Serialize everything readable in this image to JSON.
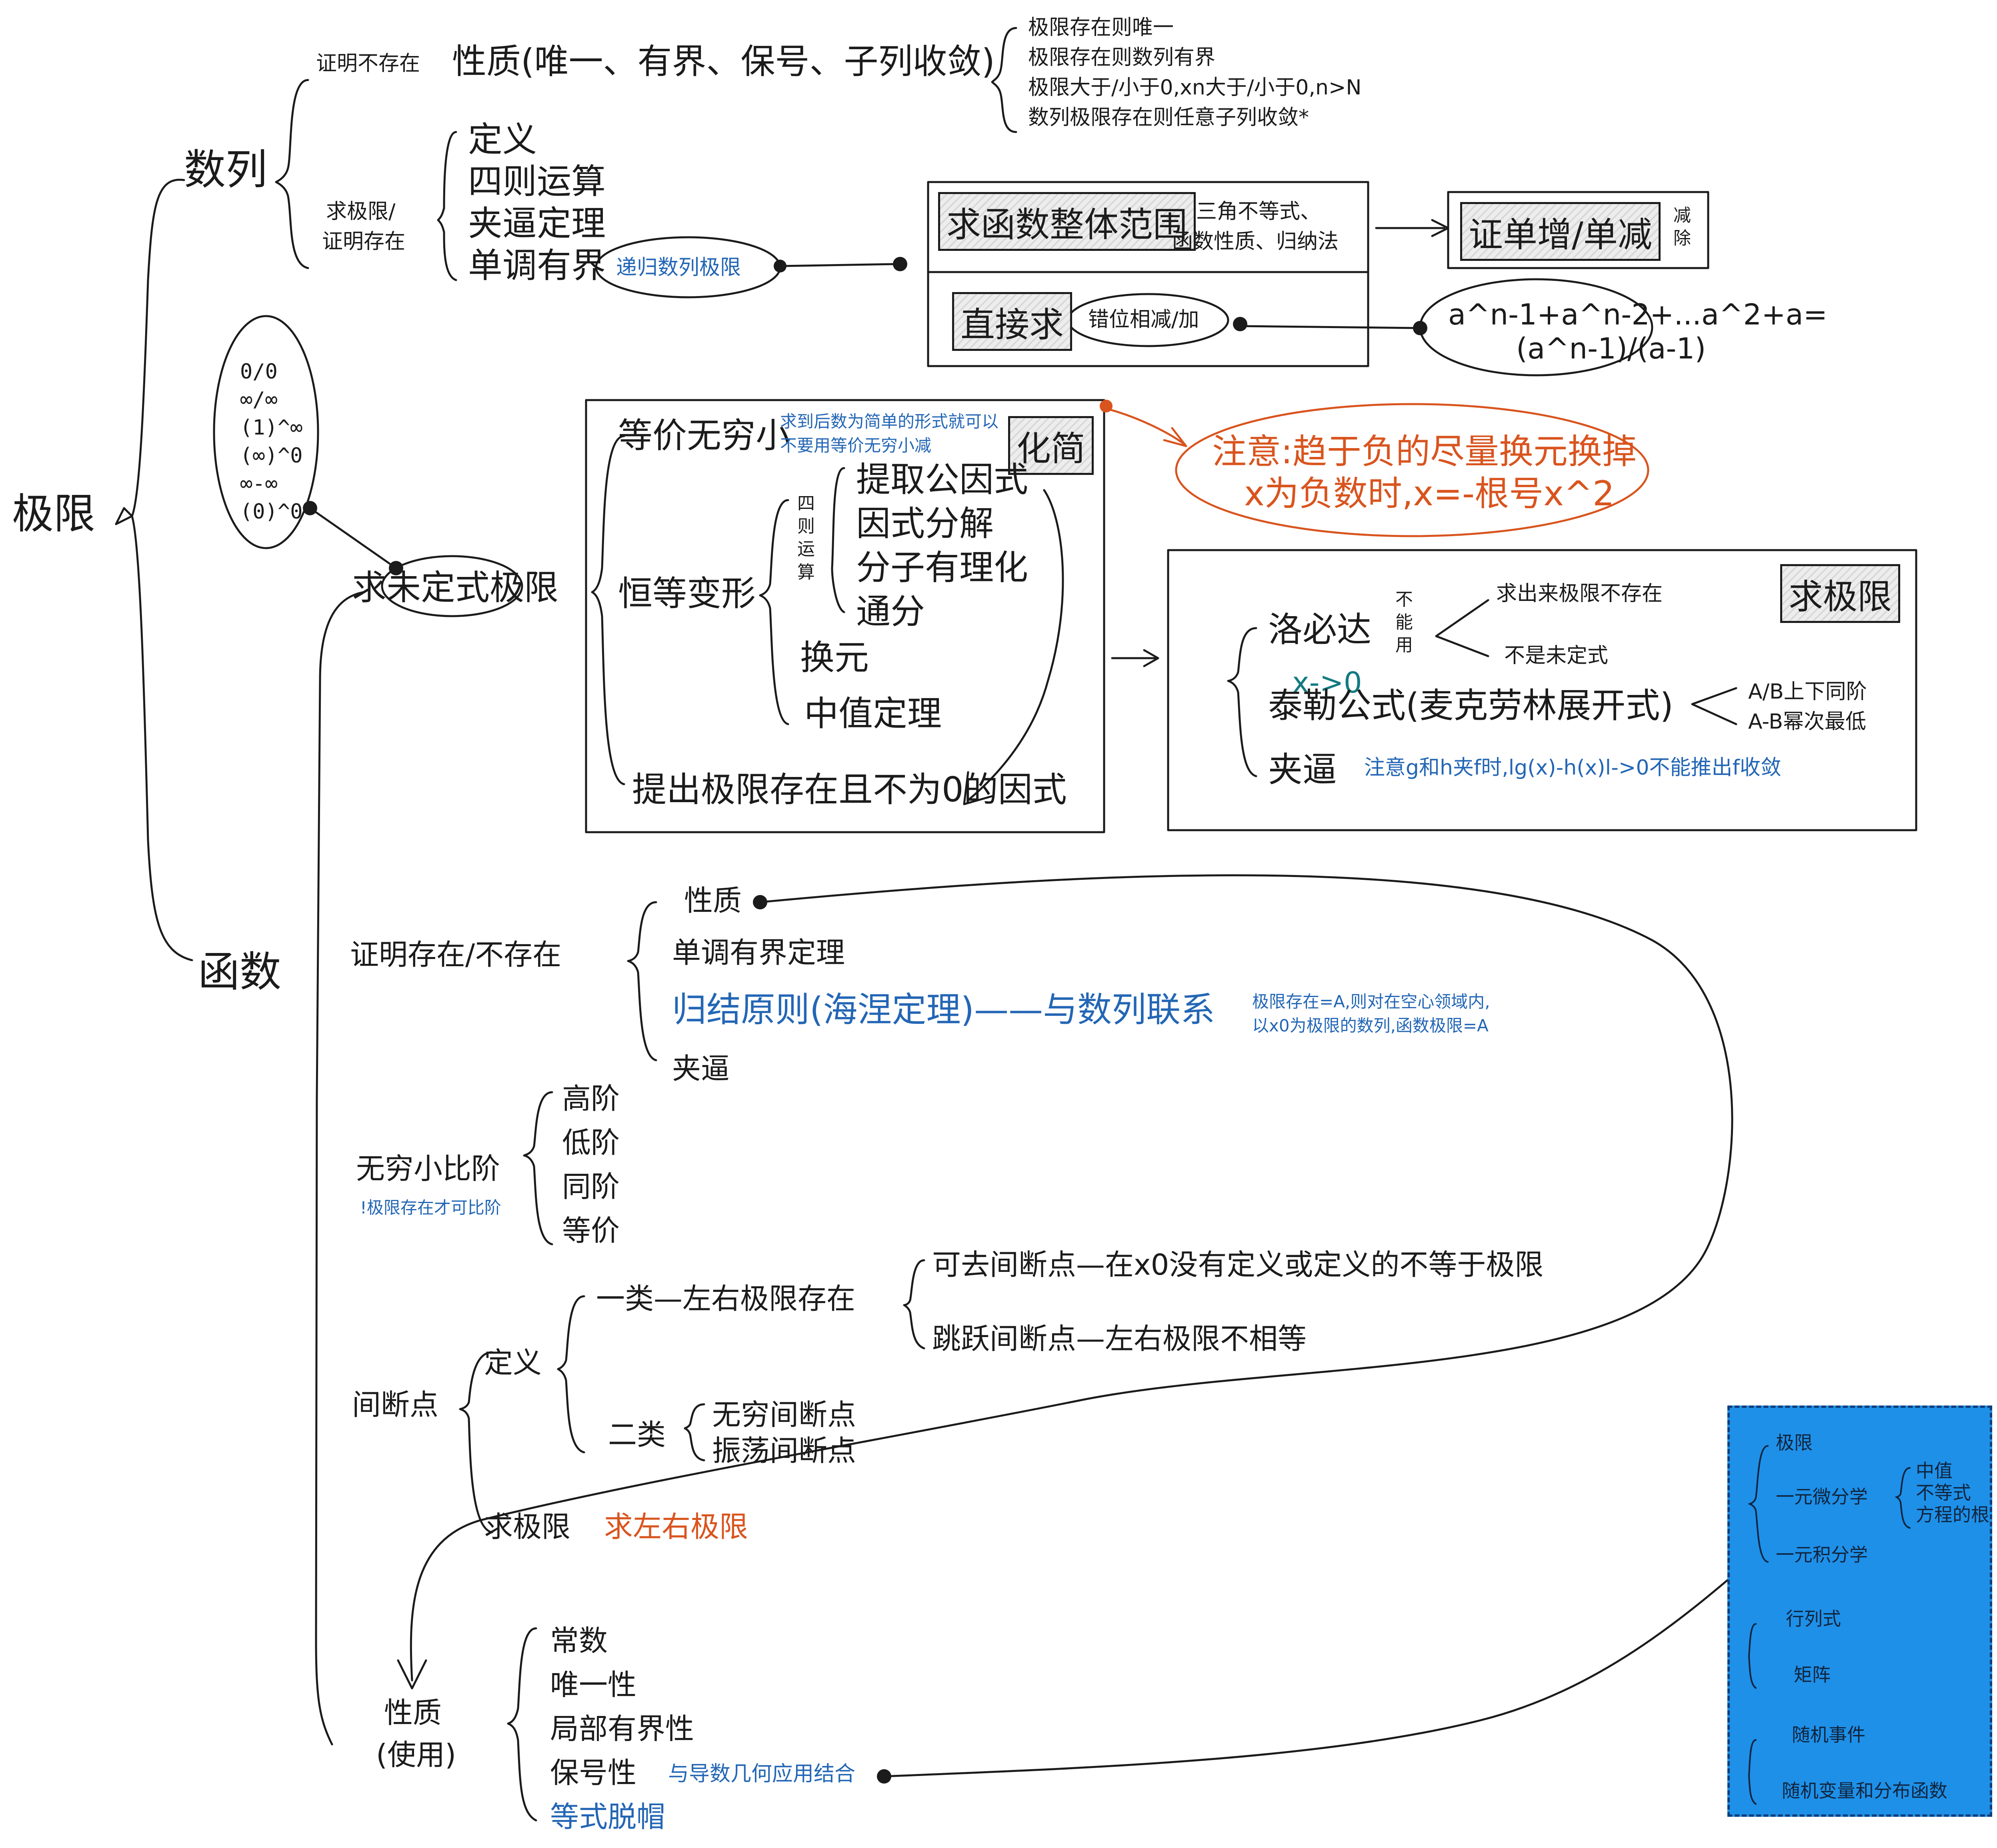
{
  "root": {
    "label": "极限"
  },
  "sequence": {
    "label": "数列",
    "prove_not_exist": {
      "label": "证明不存在",
      "properties": "性质(唯一、有界、保号、子列收敛)",
      "details": [
        "极限存在则唯一",
        "极限存在则数列有界",
        "极限大于/小于0,xn大于/小于0,n>N",
        "数列极限存在则任意子列收敛*"
      ]
    },
    "find_limit": {
      "label_line1": "求极限/",
      "label_line2": "证明存在",
      "methods": [
        "定义",
        "四则运算",
        "夹逼定理",
        "单调有界"
      ],
      "recursive": "递归数列极限",
      "range_box": {
        "title": "求函数整体范围",
        "note_line1": "三角不等式、",
        "note_line2": "函数性质、归纳法"
      },
      "monotone_box": {
        "title": "证单增/单减",
        "side_text": "减除"
      },
      "direct_box": {
        "title": "直接求",
        "bubble": "错位相减/加"
      },
      "formula_line1": "a^n-1+a^n-2+...a^2+a=",
      "formula_line2": "(a^n-1)/(a-1)"
    }
  },
  "indeterminate_forms": [
    "0/0",
    "∞/∞",
    "(1)^∞",
    "(∞)^0",
    "∞-∞",
    "(0)^0"
  ],
  "indeterminate_limit": {
    "label": "求未定式极限",
    "simplify": {
      "title": "化简",
      "equivalent": "等价无穷小",
      "equivalent_note_line1": "求到后数为简单的形式就可以",
      "equivalent_note_line2": "不要用等价无穷小减",
      "identity": "恒等变形",
      "four_ops": "四则运算",
      "identity_methods": [
        "提取公因式",
        "因式分解",
        "分子有理化",
        "通分"
      ],
      "substitution": "换元",
      "mean_value": "中值定理",
      "factor": "提出极限存在且不为0的因式"
    },
    "warning_line1": "注意:趋于负的尽量换元换掉",
    "warning_line2": "x为负数时,x=-根号x^2",
    "solve": {
      "title": "求极限",
      "lhopital": "洛必达",
      "cannot_use": "不能用",
      "cannot_case1": "求出来极限不存在",
      "cannot_case2": "不是未定式",
      "taylor": "泰勒公式(麦克劳林展开式)",
      "taylor_cond": "x->0",
      "taylor_case1": "A/B上下同阶",
      "taylor_case2": "A-B幂次最低",
      "squeeze": "夹逼",
      "squeeze_note": "注意g和h夹f时,lg(x)-h(x)l->0不能推出f收敛"
    }
  },
  "function": {
    "label": "函数",
    "prove": {
      "label": "证明存在/不存在",
      "items": [
        "性质",
        "单调有界定理",
        "夹逼"
      ],
      "heine": "归结原则(海涅定理)——与数列联系",
      "heine_note_line1": "极限存在=A,则对在空心领域内,",
      "heine_note_line2": "以x0为极限的数列,函数极限=A"
    },
    "infinitesimal": {
      "label": "无穷小比阶",
      "note": "!极限存在才可比阶",
      "items": [
        "高阶",
        "低阶",
        "同阶",
        "等价"
      ]
    },
    "discontinuity": {
      "label": "间断点",
      "definition": "定义",
      "first_kind": "一类—左右极限存在",
      "removable": "可去间断点—在x0没有定义或定义的不等于极限",
      "jump": "跳跃间断点—左右极限不相等",
      "second_kind": "二类",
      "second_items": [
        "无穷间断点",
        "振荡间断点"
      ],
      "find_limit": "求极限",
      "find_limit_note": "求左右极限"
    },
    "properties": {
      "label_line1": "性质",
      "label_line2": "(使用)",
      "items": [
        "常数",
        "唯一性",
        "局部有界性",
        "保号性"
      ],
      "sign_note": "与导数几何应用结合",
      "peeling": "等式脱帽"
    }
  },
  "panel": {
    "calculus": {
      "limit": "极限",
      "differential": "一元微分学",
      "differential_items": [
        "中值",
        "不等式",
        "方程的根"
      ],
      "integral": "一元积分学"
    },
    "linear_algebra": [
      "行列式",
      "矩阵"
    ],
    "probability": [
      "随机事件",
      "随机变量和分布函数"
    ]
  },
  "colors": {
    "ink": "#1b1b1b",
    "note_blue": "#2366b5",
    "warning_orange": "#d9541e",
    "teal": "#127a80",
    "panel_blue": "#1e90e8"
  }
}
